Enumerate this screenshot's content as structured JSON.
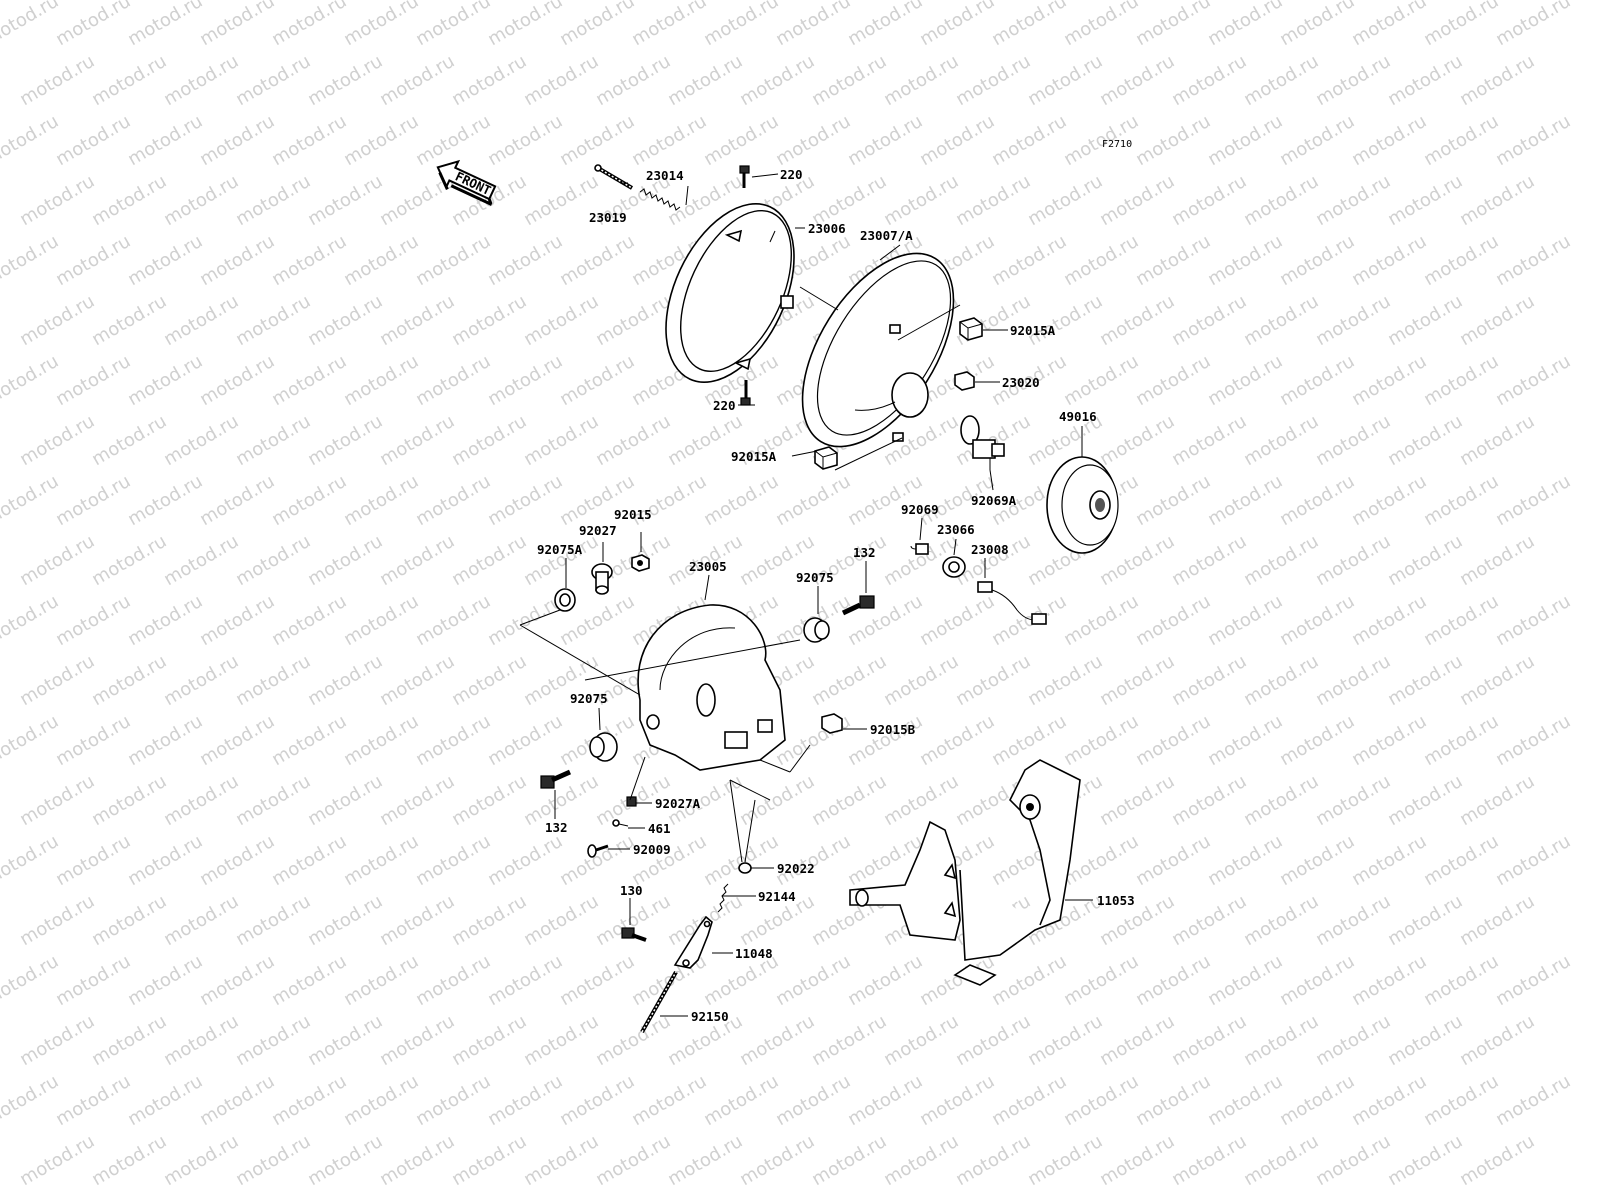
{
  "figure_code": "F2710",
  "front_arrow_text": "FRONT",
  "watermark_text": "motod.ru",
  "parts": [
    {
      "id": "23019",
      "label": "23019"
    },
    {
      "id": "23014",
      "label": "23014"
    },
    {
      "id": "220-top",
      "label": "220"
    },
    {
      "id": "23006",
      "label": "23006"
    },
    {
      "id": "220-bottom",
      "label": "220"
    },
    {
      "id": "23007A",
      "label": "23007/A"
    },
    {
      "id": "92015A-right",
      "label": "92015A"
    },
    {
      "id": "23020",
      "label": "23020"
    },
    {
      "id": "49016",
      "label": "49016"
    },
    {
      "id": "92015A-left",
      "label": "92015A"
    },
    {
      "id": "92069A",
      "label": "92069A"
    },
    {
      "id": "92015",
      "label": "92015"
    },
    {
      "id": "92027",
      "label": "92027"
    },
    {
      "id": "92075A",
      "label": "92075A"
    },
    {
      "id": "23005",
      "label": "23005"
    },
    {
      "id": "92075-top",
      "label": "92075"
    },
    {
      "id": "132-top",
      "label": "132"
    },
    {
      "id": "92069",
      "label": "92069"
    },
    {
      "id": "23066",
      "label": "23066"
    },
    {
      "id": "23008",
      "label": "23008"
    },
    {
      "id": "92015B",
      "label": "92015B"
    },
    {
      "id": "92075-left",
      "label": "92075"
    },
    {
      "id": "132-bottom",
      "label": "132"
    },
    {
      "id": "92027A",
      "label": "92027A"
    },
    {
      "id": "461",
      "label": "461"
    },
    {
      "id": "92009",
      "label": "92009"
    },
    {
      "id": "92022",
      "label": "92022"
    },
    {
      "id": "92144",
      "label": "92144"
    },
    {
      "id": "130",
      "label": "130"
    },
    {
      "id": "11048",
      "label": "11048"
    },
    {
      "id": "92150",
      "label": "92150"
    },
    {
      "id": "11053",
      "label": "11053"
    }
  ]
}
